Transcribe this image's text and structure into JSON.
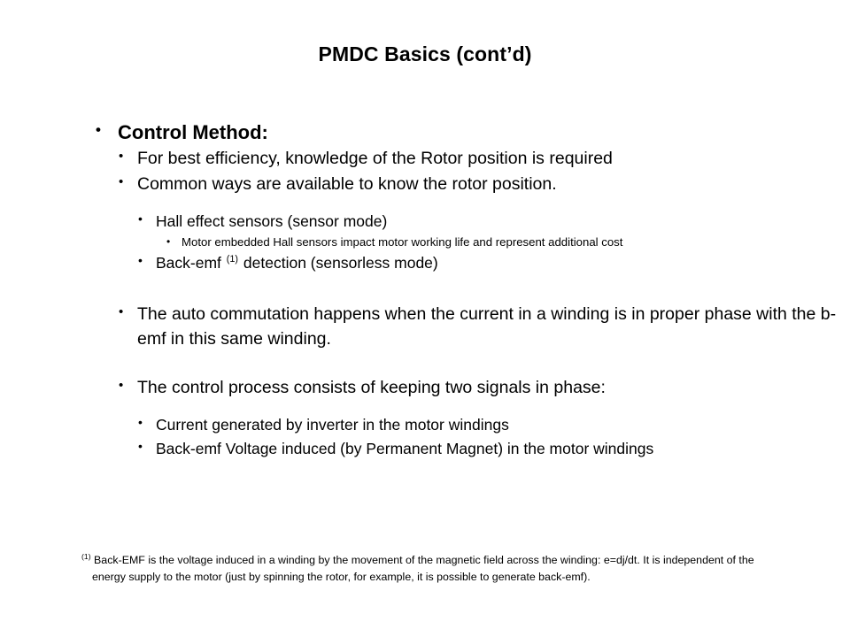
{
  "slide": {
    "title": "PMDC Basics (cont’d)",
    "bullet_glyph": "•",
    "background_color": "#ffffff",
    "text_color": "#000000"
  },
  "content": [
    {
      "level": 1,
      "text": "Control Method:"
    },
    {
      "level": 2,
      "text": "For best efficiency, knowledge of the Rotor position is required"
    },
    {
      "level": 2,
      "text": "Common ways are available to know the rotor position."
    },
    {
      "level": 3,
      "text": "Hall effect sensors (sensor mode)"
    },
    {
      "level": 4,
      "text": "Motor embedded Hall sensors impact motor working life and represent additional cost"
    },
    {
      "level": 3,
      "text_before_ref": "Back-emf ",
      "footnote_ref": "(1)",
      "text_after_ref": " detection (sensorless mode)"
    },
    {
      "level": 2,
      "text": "The auto commutation happens when the current in a winding is in proper phase with the b-emf in this same winding."
    },
    {
      "level": 2,
      "text": "The control process consists of keeping two signals in phase:"
    },
    {
      "level": 3,
      "text": "Current generated by inverter in the motor windings"
    },
    {
      "level": 3,
      "text": "Back-emf Voltage induced (by Permanent Magnet) in the motor windings"
    }
  ],
  "footnote": {
    "marker": "(1)",
    "text": "Back-EMF is the voltage induced in a winding by the movement of the magnetic field across the winding: e=dj/dt. It is independent of the energy supply to the motor (just by spinning the rotor, for example, it is possible to generate back-emf)."
  }
}
